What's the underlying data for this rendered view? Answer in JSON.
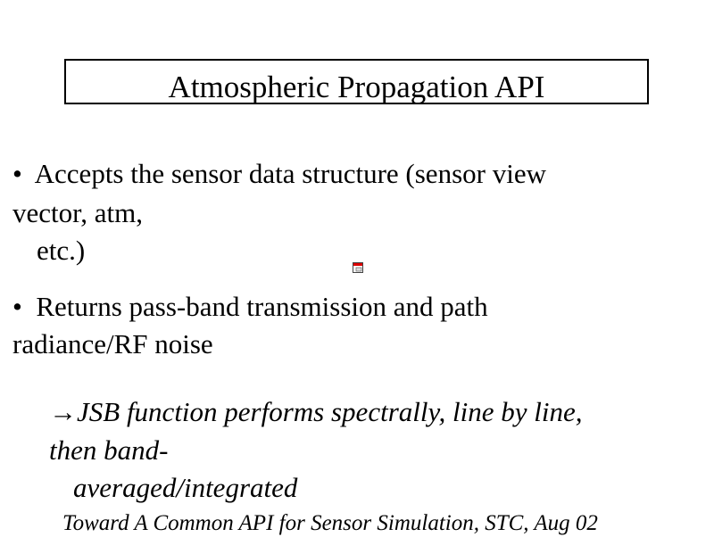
{
  "slide": {
    "title": "Atmospheric Propagation API",
    "bullets": [
      {
        "marker": "•",
        "lines": [
          "Accepts the sensor data structure (sensor view",
          "vector, atm,",
          "etc.)"
        ]
      },
      {
        "marker": "•",
        "lines": [
          "Returns pass-band transmission and path",
          "radiance/RF noise"
        ]
      }
    ],
    "note": {
      "arrow": "→",
      "lines": [
        "JSB function performs spectrally, line by line,",
        "then band-",
        "averaged/integrated"
      ]
    },
    "footer": "Toward A Common API for Sensor Simulation, STC, Aug 02",
    "embedded_icon": "embedded-object-icon"
  }
}
